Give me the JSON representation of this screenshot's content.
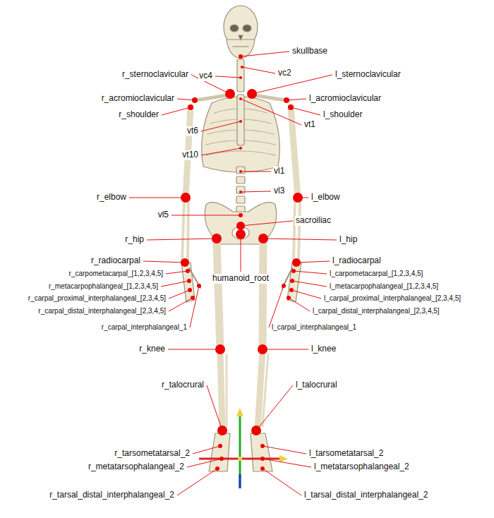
{
  "diagram": {
    "labels": [
      "skullbase",
      "r_sternoclavicular",
      "vc4",
      "vc2",
      "l_sternoclavicular",
      "r_acromioclavicular",
      "l_acromioclavicular",
      "r_shoulder",
      "l_shoulder",
      "vt1",
      "vt6",
      "vt10",
      "vl1",
      "vl3",
      "r_elbow",
      "l_elbow",
      "vl5",
      "sacroiliac",
      "r_hip",
      "l_hip",
      "r_radiocarpal",
      "l_radiocarpal",
      "r_carpometacarpal_[1,2,3,4,5]",
      "l_carpometacarpal_[1,2,3,4,5]",
      "humanoid_root",
      "r_metacarpophalangeal_[1,2,3,4,5]",
      "l_metacarpophalangeal_[1,2,3,4,5]",
      "r_carpal_proximal_interphalangeal_[2,3,4,5]",
      "l_carpal_proximal_interphalangeal_[2,3,4,5]",
      "r_carpal_distal_interphalangeal_[2,3,4,5]",
      "l_carpal_distal_interphalangeal_[2,3,4,5]",
      "r_carpal_interphalangeal_1",
      "l_carpal_interphalangeal_1",
      "r_knee",
      "l_knee",
      "r_talocrural",
      "l_talocrural",
      "r_tarsometatarsal_2",
      "l_tarsometatarsal_2",
      "r_metatarsophalangeal_2",
      "l_metatarsophalangeal_2",
      "r_tarsal_distal_interphalangeal_2",
      "l_tarsal_distal_interphalangeal_2"
    ]
  }
}
